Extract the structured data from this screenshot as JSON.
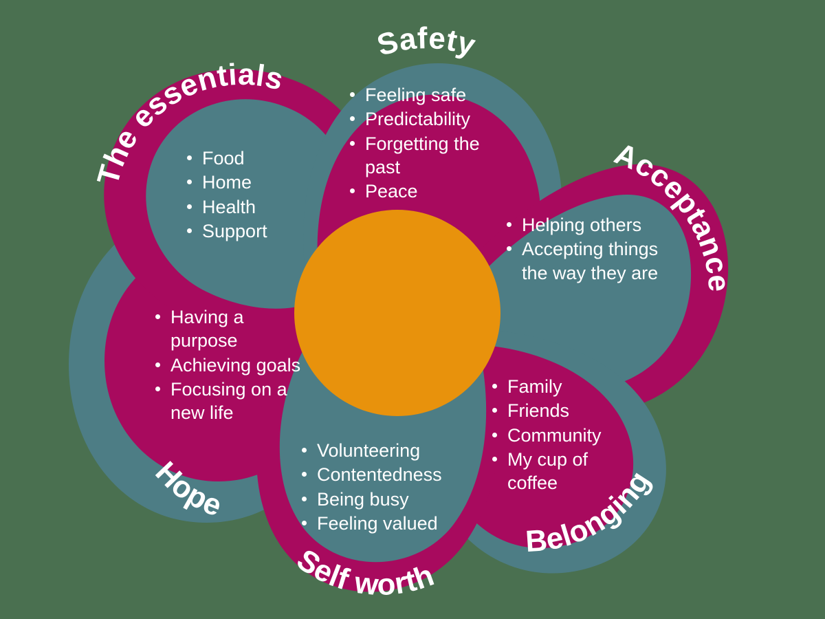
{
  "diagram": {
    "title": "Recovery flower petal diagram",
    "background_color": "#4A7050",
    "center": {
      "color": "#E8920C",
      "label": ""
    },
    "colors": {
      "magenta": "#A80A5E",
      "teal": "#4D7D85",
      "orange": "#E8920C",
      "text": "#FFFFFF",
      "background": "#4A7050"
    },
    "petals": [
      {
        "id": "essentials",
        "label": "The essentials",
        "outer_color": "#A80A5E",
        "inner_color": "#4D7D85",
        "items": [
          "Food",
          "Home",
          "Health",
          "Support"
        ]
      },
      {
        "id": "safety",
        "label": "Safety",
        "outer_color": "#4D7D85",
        "inner_color": "#A80A5E",
        "items": [
          "Feeling  safe",
          "Predictability",
          "Forgetting the past",
          "Peace"
        ]
      },
      {
        "id": "acceptance",
        "label": "Acceptance",
        "outer_color": "#A80A5E",
        "inner_color": "#4D7D85",
        "items": [
          "Helping others",
          "Accepting things the way they are"
        ]
      },
      {
        "id": "belonging",
        "label": "Belonging",
        "outer_color": "#4D7D85",
        "inner_color": "#A80A5E",
        "items": [
          "Family",
          "Friends",
          "Community",
          "My cup of coffee"
        ]
      },
      {
        "id": "selfworth",
        "label": "Self worth",
        "outer_color": "#A80A5E",
        "inner_color": "#4D7D85",
        "items": [
          "Volunteering",
          "Contentedness",
          "Being busy",
          "Feeling valued"
        ]
      },
      {
        "id": "hope",
        "label": "Hope",
        "outer_color": "#4D7D85",
        "inner_color": "#A80A5E",
        "items": [
          "Having a purpose",
          "Achieving goals",
          "Focusing on a new life"
        ]
      }
    ]
  }
}
